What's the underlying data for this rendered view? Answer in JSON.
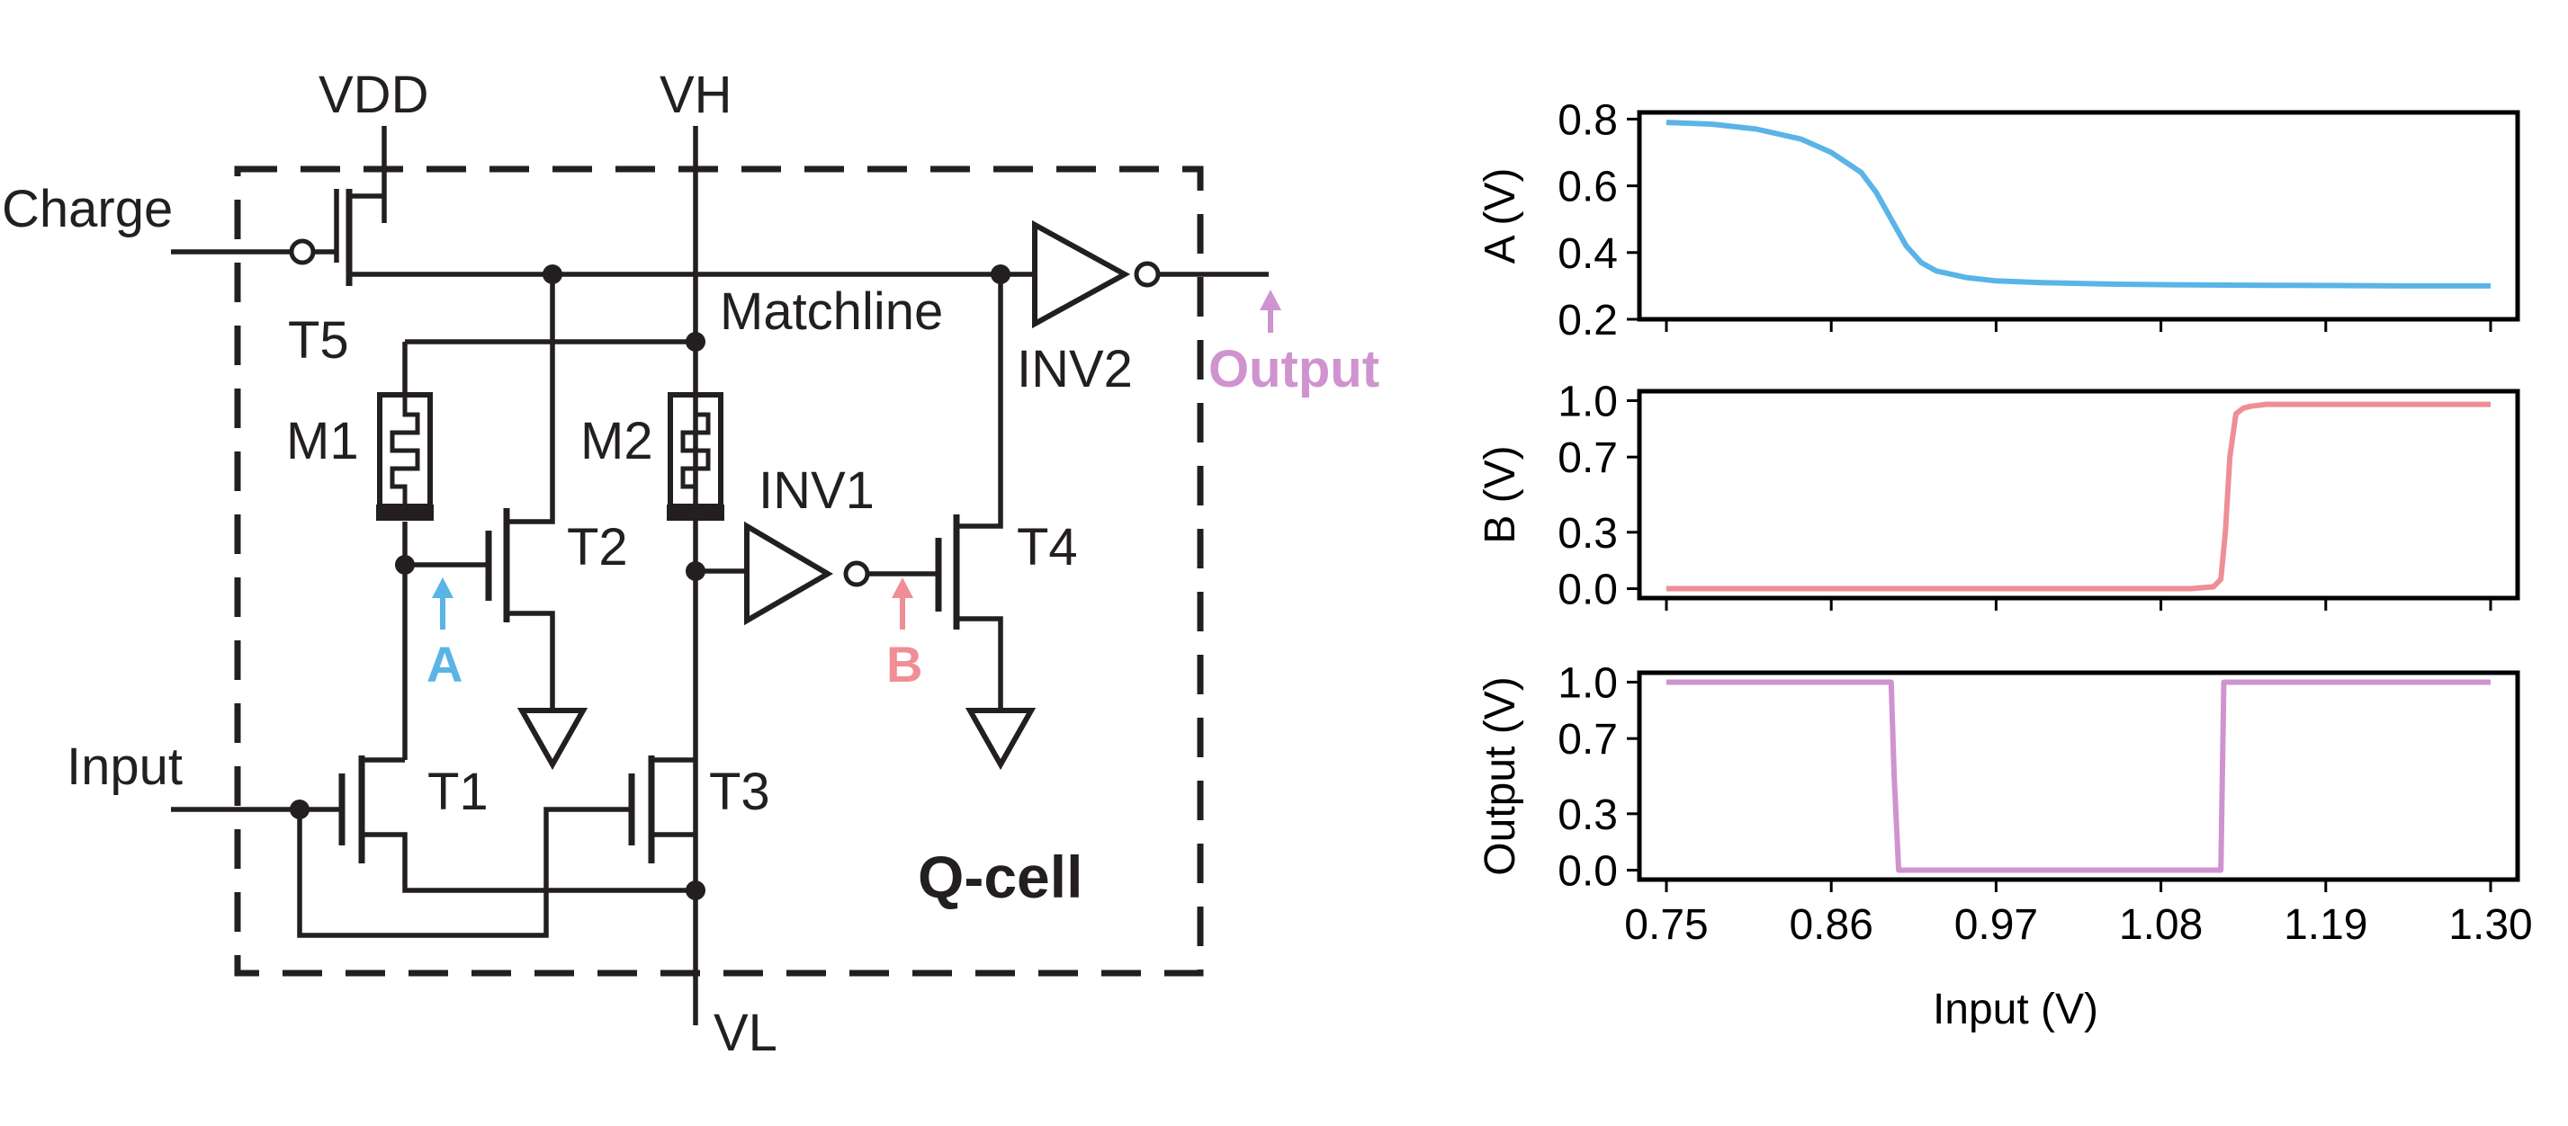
{
  "circuit": {
    "vdd": "VDD",
    "vh": "VH",
    "vl": "VL",
    "charge": "Charge",
    "input": "Input",
    "matchline": "Matchline",
    "t1": "T1",
    "t2": "T2",
    "t3": "T3",
    "t4": "T4",
    "t5": "T5",
    "m1": "M1",
    "m2": "M2",
    "inv1": "INV1",
    "inv2": "INV2",
    "node_a": "A",
    "node_b": "B",
    "output": "Output",
    "cell": "Q-cell",
    "colors": {
      "a": "#5ab4e6",
      "b": "#ef8e96",
      "output": "#cf93cf",
      "wire": "#231f20"
    }
  },
  "chart_data": [
    {
      "type": "line",
      "ylabel": "A (V)",
      "ylim": [
        0.2,
        0.82
      ],
      "yticks": [
        "0.2",
        "0.4",
        "0.6",
        "0.8"
      ],
      "ytick_values": [
        0.2,
        0.4,
        0.6,
        0.8
      ],
      "color": "#5ab4e6",
      "x": [
        0.75,
        0.78,
        0.81,
        0.84,
        0.86,
        0.88,
        0.89,
        0.9,
        0.91,
        0.92,
        0.93,
        0.95,
        0.97,
        1.0,
        1.05,
        1.1,
        1.15,
        1.2,
        1.25,
        1.3
      ],
      "y": [
        0.79,
        0.785,
        0.77,
        0.74,
        0.7,
        0.64,
        0.58,
        0.5,
        0.42,
        0.37,
        0.345,
        0.325,
        0.315,
        0.31,
        0.305,
        0.303,
        0.302,
        0.301,
        0.3,
        0.3
      ]
    },
    {
      "type": "line",
      "ylabel": "B (V)",
      "ylim": [
        -0.05,
        1.05
      ],
      "yticks": [
        "0.0",
        "0.3",
        "0.7",
        "1.0"
      ],
      "ytick_values": [
        0.0,
        0.3,
        0.7,
        1.0
      ],
      "color": "#ef8e96",
      "x": [
        0.75,
        0.9,
        1.0,
        1.1,
        1.115,
        1.12,
        1.123,
        1.126,
        1.13,
        1.135,
        1.14,
        1.15,
        1.2,
        1.3
      ],
      "y": [
        0.0,
        0.0,
        0.0,
        0.0,
        0.01,
        0.05,
        0.3,
        0.7,
        0.93,
        0.96,
        0.97,
        0.98,
        0.98,
        0.98
      ]
    },
    {
      "type": "line",
      "ylabel": "Output (V)",
      "ylim": [
        -0.05,
        1.05
      ],
      "yticks": [
        "0.0",
        "0.3",
        "0.7",
        "1.0"
      ],
      "ytick_values": [
        0.0,
        0.3,
        0.7,
        1.0
      ],
      "color": "#cf93cf",
      "xlabel": "Input (V)",
      "xlim": [
        0.75,
        1.3
      ],
      "xticks": [
        "0.75",
        "0.86",
        "0.97",
        "1.08",
        "1.19",
        "1.30"
      ],
      "xtick_values": [
        0.75,
        0.86,
        0.97,
        1.08,
        1.19,
        1.3
      ],
      "x": [
        0.75,
        0.9,
        0.902,
        0.905,
        1.0,
        1.11,
        1.12,
        1.122,
        1.2,
        1.3
      ],
      "y": [
        1.0,
        1.0,
        0.5,
        0.0,
        0.0,
        0.0,
        0.0,
        1.0,
        1.0,
        1.0
      ]
    }
  ]
}
